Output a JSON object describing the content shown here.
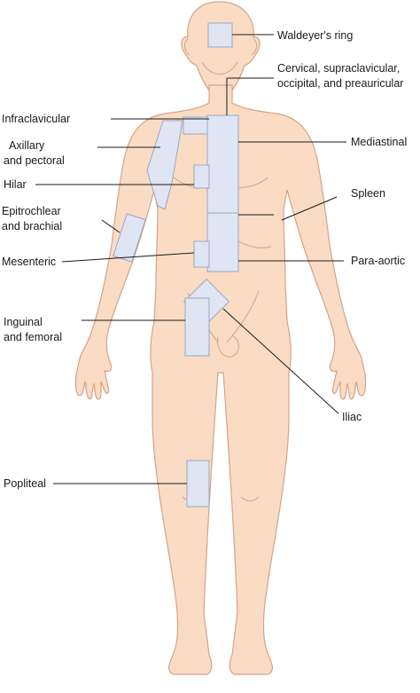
{
  "colors": {
    "skin_fill": "#fadcc4",
    "skin_stroke": "#d2a488",
    "region_fill": "#dfe5f2",
    "region_stroke": "#9aa6c4",
    "leader_line": "#1a1a1a"
  },
  "labels": {
    "waldeyer": "Waldeyer's ring",
    "cervical_1": "Cervical, supraclavicular,",
    "cervical_2": "occipital, and preauricular",
    "infraclavicular": "Infraclavicular",
    "axillary_1": "Axillary",
    "axillary_2": "and pectoral",
    "mediastinal": "Mediastinal",
    "hilar": "Hilar",
    "spleen": "Spleen",
    "epitrochlear_1": "Epitrochlear",
    "epitrochlear_2": "and brachial",
    "para_aortic": "Para-aortic",
    "mesenteric": "Mesenteric",
    "inguinal_1": "Inguinal",
    "inguinal_2": "and femoral",
    "iliac": "Iliac",
    "popliteal": "Popliteal"
  }
}
